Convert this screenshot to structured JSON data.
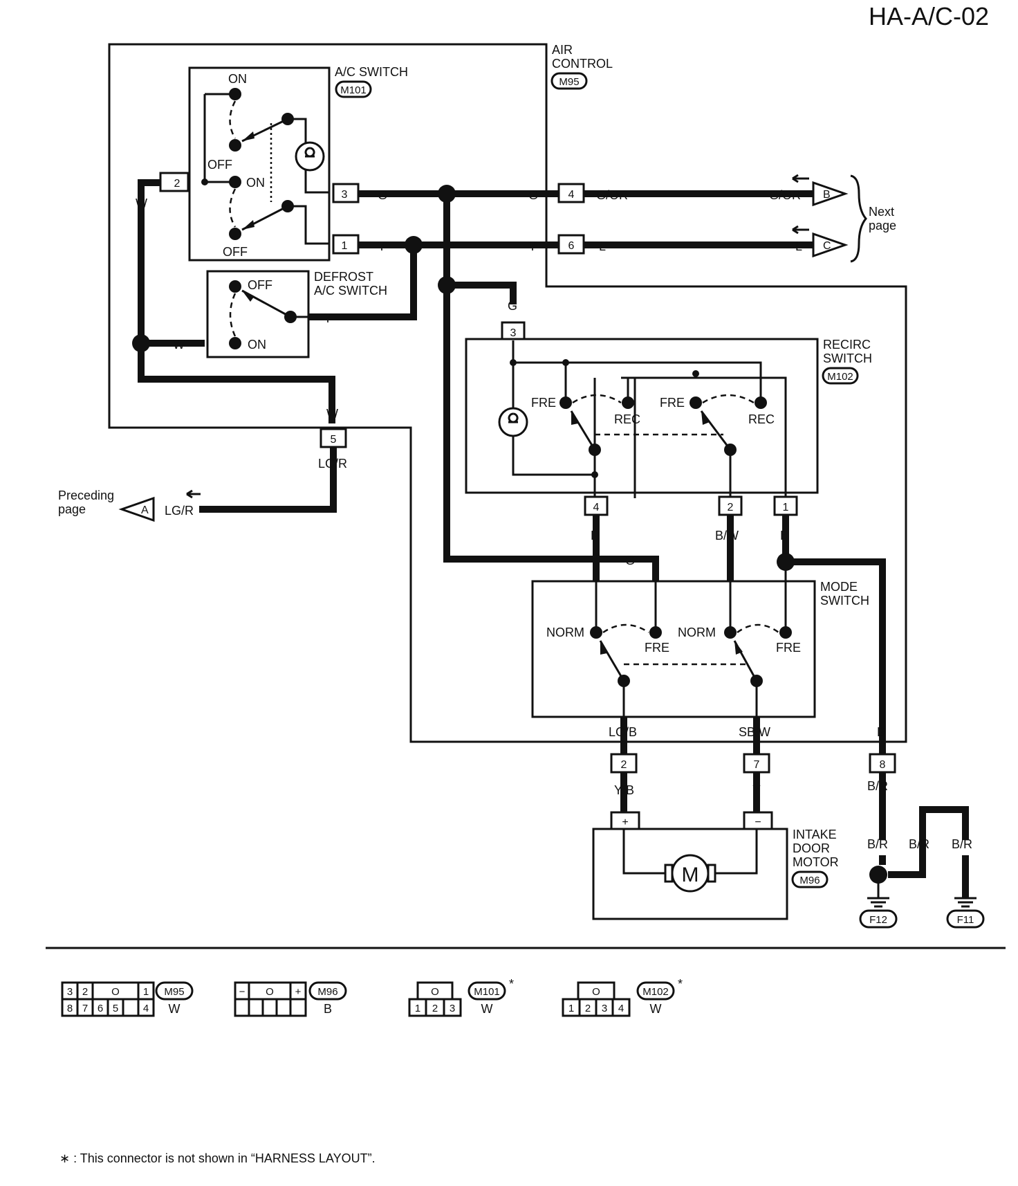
{
  "page_id": "HA-A/C-02",
  "components": {
    "air_control": {
      "name": "AIR\nCONTROL",
      "connector": "M95"
    },
    "ac_switch": {
      "name": "A/C SWITCH",
      "connector": "M101"
    },
    "defrost_switch": {
      "name": "DEFROST\nA/C SWITCH"
    },
    "recirc_switch": {
      "name": "RECIRC\nSWITCH",
      "connector": "M102"
    },
    "mode_switch": {
      "name": "MODE\nSWITCH"
    },
    "intake_door_motor": {
      "name": "INTAKE\nDOOR\nMOTOR",
      "connector": "M96",
      "motor_symbol": "M"
    }
  },
  "switch_positions": {
    "on": "ON",
    "off": "OFF",
    "fre": "FRE",
    "rec": "REC",
    "norm": "NORM"
  },
  "pins": {
    "ac_2": "2",
    "ac_3": "3",
    "ac_1": "1",
    "m95_4": "4",
    "m95_6": "6",
    "m95_5": "5",
    "m95_2": "2",
    "m95_7": "7",
    "m95_8": "8",
    "rc_3": "3",
    "rc_4": "4",
    "rc_2": "2",
    "rc_1": "1",
    "motor_plus": "+",
    "motor_minus": "−"
  },
  "wire_colors": {
    "w": "W",
    "g": "G",
    "y": "Y",
    "g_or": "G/OR",
    "l": "L",
    "lg_r": "LG/R",
    "r": "R",
    "b_w": "B/W",
    "b": "B",
    "lg_b": "LG/B",
    "sb_w": "SB/W",
    "y_b": "Y/B",
    "b_r": "B/R"
  },
  "offpage": {
    "next": "Next\npage",
    "preceding": "Preceding\npage",
    "a": "A",
    "b": "B",
    "c": "C"
  },
  "grounds": {
    "f12": "F12",
    "f11": "F11"
  },
  "connector_faces": [
    {
      "id": "M95",
      "color": "W",
      "top": [
        "3",
        "2",
        "",
        "O",
        "1"
      ],
      "bottom": [
        "8",
        "7",
        "6",
        "5",
        "4"
      ]
    },
    {
      "id": "M96",
      "color": "B",
      "top": [
        "−",
        "",
        "O",
        "",
        "+"
      ],
      "bottom": [
        "",
        "",
        "",
        "",
        ""
      ]
    },
    {
      "id": "M101",
      "color": "W",
      "top": [
        "O"
      ],
      "bottom": [
        "1",
        "2",
        "3"
      ],
      "star": "*"
    },
    {
      "id": "M102",
      "color": "W",
      "top": [
        "O"
      ],
      "bottom": [
        "1",
        "2",
        "3",
        "4"
      ],
      "star": "*"
    }
  ],
  "footnote": "∗ : This connector is not shown in “HARNESS LAYOUT”."
}
